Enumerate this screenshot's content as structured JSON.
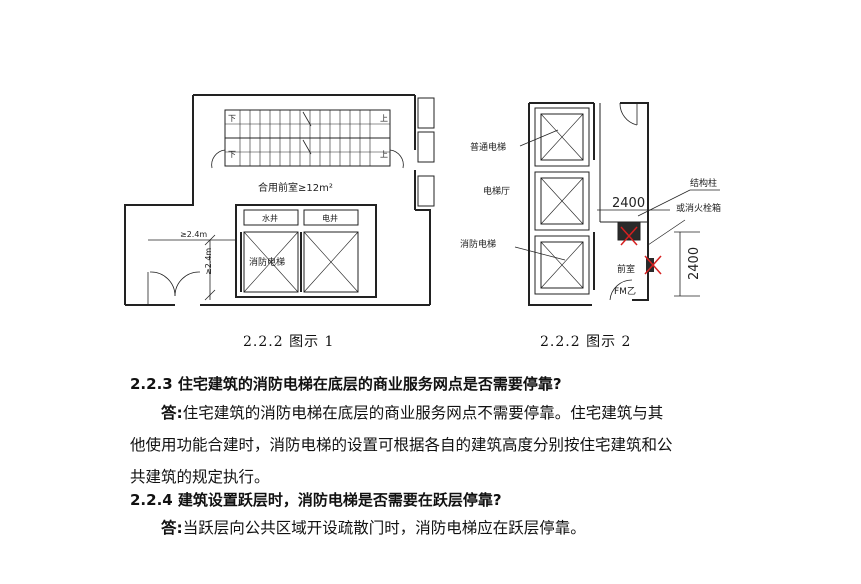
{
  "figure1": {
    "caption": "2.2.2  图示 1",
    "labels": {
      "down1": "下",
      "up1": "上",
      "down2": "下",
      "up2": "上",
      "shared_lobby": "合用前室≥12m²",
      "water_well": "水井",
      "elec_well": "电井",
      "dim_width": "≥2.4m",
      "dim_depth": "≥2.4m",
      "fire_elevator": "消防电梯"
    }
  },
  "figure2": {
    "caption": "2.2.2  图示 2",
    "labels": {
      "normal_elevator": "普通电梯",
      "elevator_hall": "电梯厅",
      "fire_elevator": "消防电梯",
      "dim_h": "2400",
      "dim_v": "2400",
      "structural_column": "结构柱",
      "hydrant_box": "或消火栓箱",
      "anteroom": "前室",
      "door": "FM乙"
    }
  },
  "sections": [
    {
      "heading": "2.2.3  住宅建筑的消防电梯在底层的商业服务网点是否需要停靠?",
      "answer_lead": "答:",
      "answer_lines": [
        "住宅建筑的消防电梯在底层的商业服务网点不需要停靠。住宅建筑与其",
        "他使用功能合建时，消防电梯的设置可根据各自的建筑高度分别按住宅建筑和公",
        "共建筑的规定执行。"
      ]
    },
    {
      "heading": "2.2.4  建筑设置跃层时，消防电梯是否需要在跃层停靠?",
      "answer_lead": "答:",
      "answer_lines": [
        "当跃层向公共区域开设疏散门时，消防电梯应在跃层停靠。"
      ]
    }
  ]
}
